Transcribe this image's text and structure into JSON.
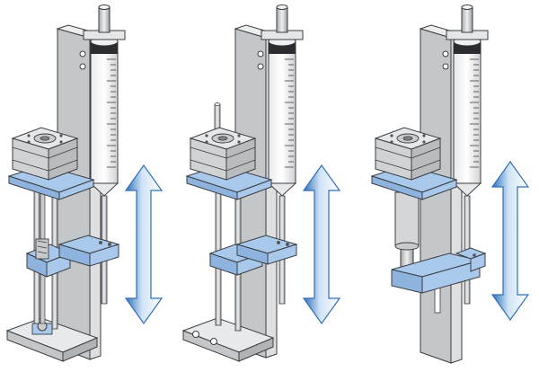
{
  "figure": {
    "panels": [
      {
        "id": "leadscrew-drive",
        "components": [
          "syringe",
          "stepper-motor",
          "motor-mount",
          "carriage-clamp",
          "lead-screw",
          "coupling",
          "base-plate",
          "guide-rods",
          "vertical-plate"
        ]
      },
      {
        "id": "captive-shaft-drive",
        "components": [
          "syringe",
          "stepper-motor",
          "motor-shaft",
          "motor-mount",
          "carriage-clamp",
          "guide-rods",
          "base-plate",
          "vertical-plate"
        ]
      },
      {
        "id": "linear-actuator-drive",
        "components": [
          "syringe",
          "stepper-motor",
          "motor-mount",
          "actuator-body",
          "carriage-bar",
          "carriage-clamp",
          "vertical-plate"
        ]
      }
    ],
    "colors": {
      "plate": "#dddfe1",
      "plate_side": "#c4c7ca",
      "outline": "#3a3d40",
      "bracket": "#a9c9ec",
      "bracket_dark": "#8db3de",
      "motor_body": "#d7d9db",
      "motor_dark": "#b2b5b8",
      "arrow_light": "#e9f3fc",
      "arrow_dark": "#2f6fb8"
    }
  }
}
